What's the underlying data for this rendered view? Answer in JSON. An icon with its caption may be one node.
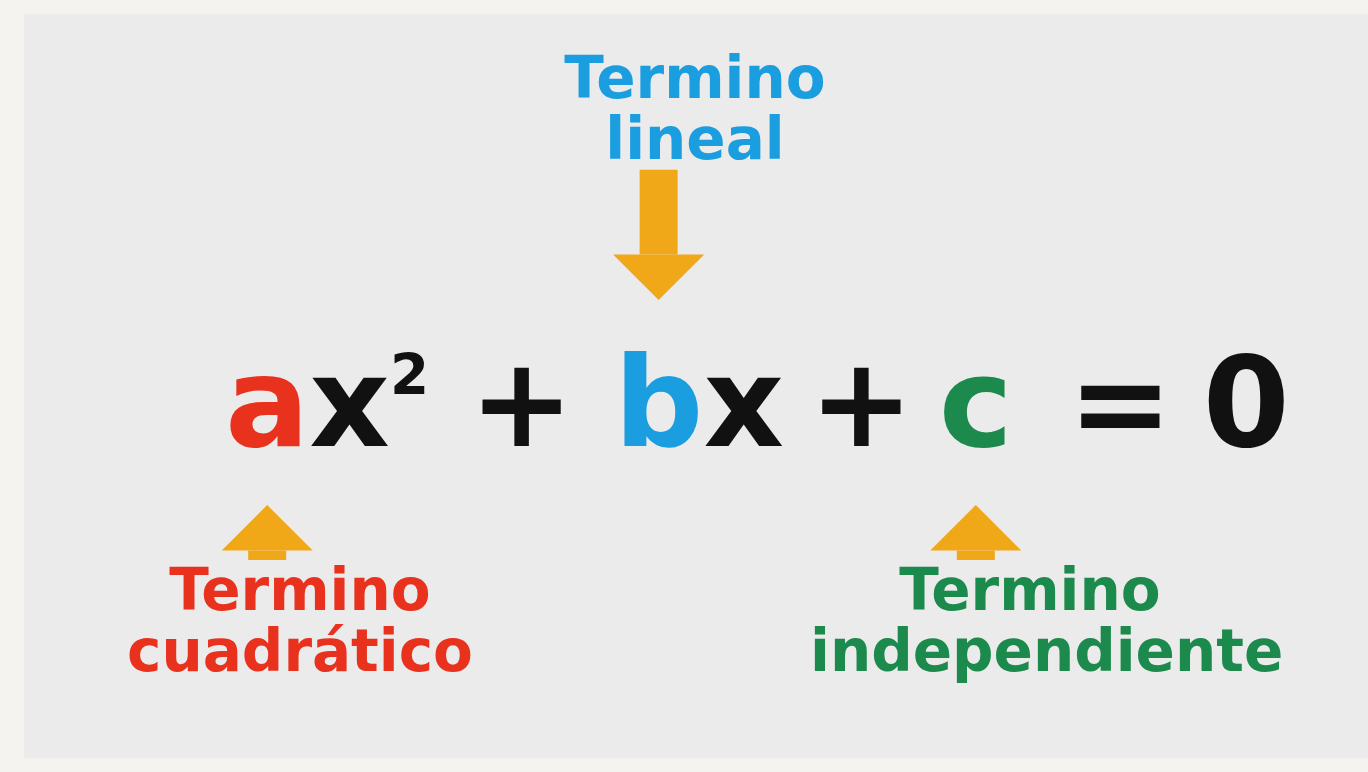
{
  "diagram": {
    "nodes": [
      {
        "text": [
          "Termino lineal"
        ]
      },
      {
        "text": [
          "a"
        ]
      },
      {
        "text": [
          "b"
        ]
      },
      {
        "text": [
          "c"
        ]
      },
      {
        "text": [
          "Termino cuadrático"
        ]
      },
      {
        "text": [
          "Termino independiente"
        ]
      }
    ],
    "edges": [
      {
        "from": 0,
        "to": 2,
        "arrow": "to"
      },
      {
        "from": 4,
        "to": 1,
        "arrow": "to"
      },
      {
        "from": 5,
        "to": 3,
        "arrow": "to"
      }
    ],
    "labels": [
      "x$^{2}$",
      "+",
      "x",
      "+",
      "=",
      "0"
    ]
  }
}
